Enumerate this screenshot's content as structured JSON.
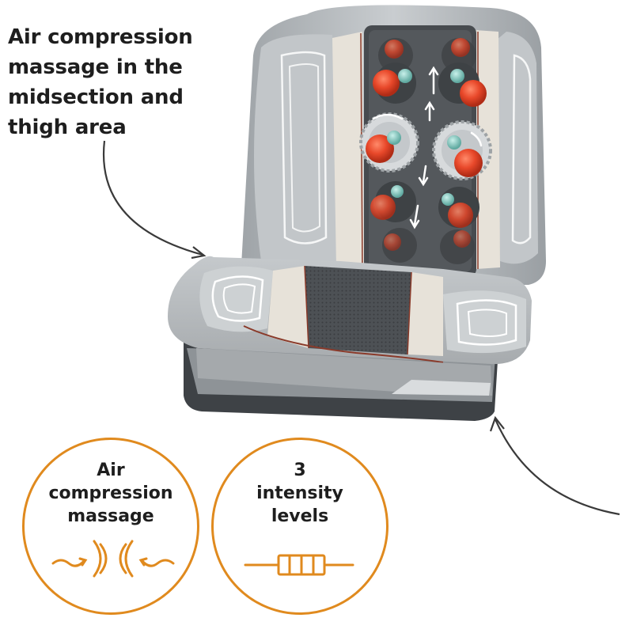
{
  "headline": {
    "lines": [
      "Air compression",
      "massage in the",
      "midsection and",
      "thigh area"
    ]
  },
  "badges": [
    {
      "lines": [
        "Air",
        "compression",
        "massage"
      ],
      "icon": "air-compression-icon"
    },
    {
      "lines": [
        "3",
        "intensity",
        "levels"
      ],
      "icon": "intensity-levels-icon"
    }
  ],
  "colors": {
    "accent": "#e08a1e",
    "text": "#1e1e1e",
    "massage_node": "#e8482a",
    "seat_gray": "#b8bcbf",
    "seat_dark": "#4a4e52"
  }
}
